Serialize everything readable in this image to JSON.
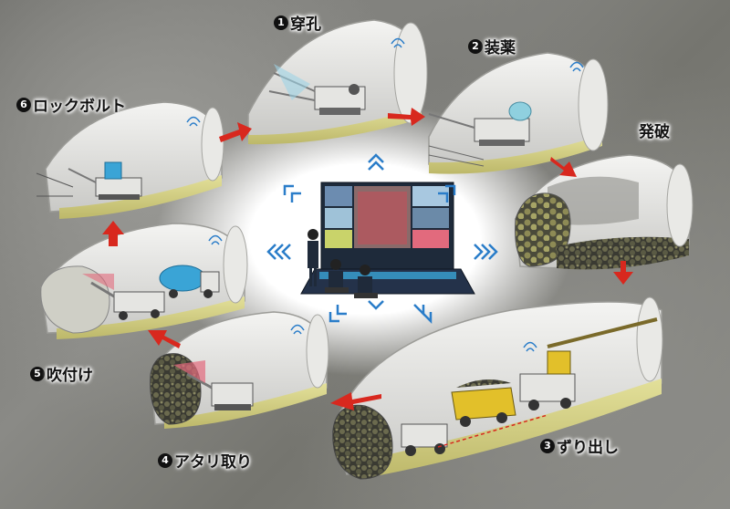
{
  "steps": {
    "drilling": {
      "number": "1",
      "label": "穿孔"
    },
    "charging": {
      "number": "2",
      "label": "装薬"
    },
    "blasting": {
      "label": "発破"
    },
    "mucking": {
      "number": "3",
      "label": "ずり出し"
    },
    "scaling": {
      "number": "4",
      "label": "アタリ取り"
    },
    "shotcrete": {
      "number": "5",
      "label": "吹付け"
    },
    "rockbolt": {
      "number": "6",
      "label": "ロックボルト"
    }
  },
  "colors": {
    "cycle_arrow": "#d8281e",
    "signal_chevron": "#2a7dc9",
    "tunnel_floor": "#d9d68a",
    "rock_background": "#7d7d79"
  }
}
